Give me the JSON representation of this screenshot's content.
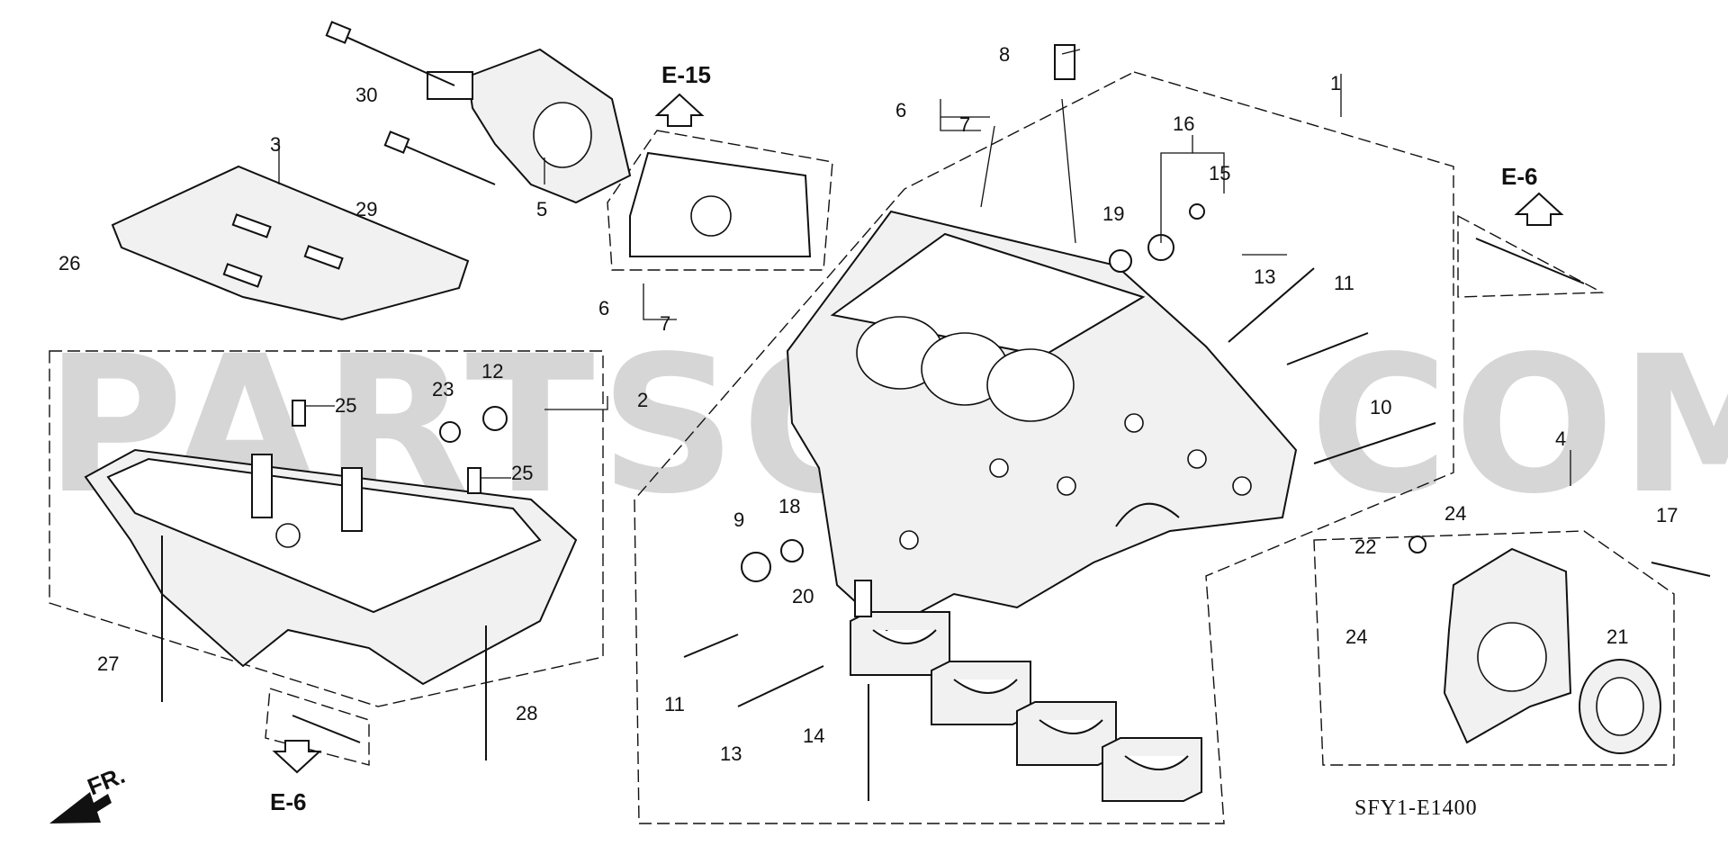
{
  "watermark": "PARTSOUQ.COM",
  "diagram_code": "SFY1-E1400",
  "front_indicator": "FR.",
  "references": {
    "e15": "E-15",
    "e6_right": "E-6",
    "e6_bottom": "E-6"
  },
  "callouts": {
    "c1": "1",
    "c2": "2",
    "c3": "3",
    "c4": "4",
    "c5": "5",
    "c6a": "6",
    "c6b": "6",
    "c7a": "7",
    "c7b": "7",
    "c8": "8",
    "c9": "9",
    "c10": "10",
    "c11a": "11",
    "c11b": "11",
    "c12": "12",
    "c13a": "13",
    "c13b": "13",
    "c14": "14",
    "c15": "15",
    "c16": "16",
    "c17": "17",
    "c18": "18",
    "c19": "19",
    "c20": "20",
    "c21": "21",
    "c22": "22",
    "c23": "23",
    "c24a": "24",
    "c24b": "24",
    "c25a": "25",
    "c25b": "25",
    "c26": "26",
    "c27": "27",
    "c28": "28",
    "c29": "29",
    "c30": "30"
  }
}
